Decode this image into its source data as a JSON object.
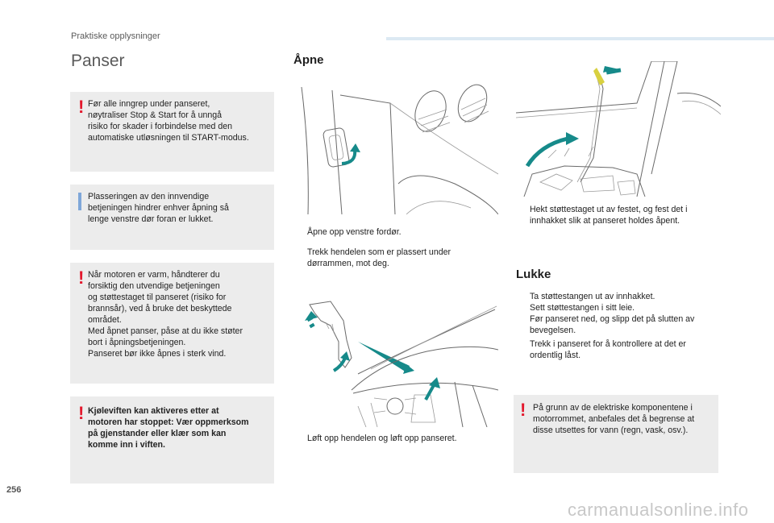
{
  "header": {
    "section": "Praktiske opplysninger",
    "page_number": "256"
  },
  "left": {
    "title": "Panser",
    "warning1": [
      "Før alle inngrep under panseret,",
      "nøytraliser Stop & Start for å unngå",
      "risiko for skader i forbindelse med den",
      "automatiske utløsningen til START-modus."
    ],
    "info1": [
      "Plasseringen av den innvendige",
      "betjeningen hindrer enhver åpning så",
      "lenge venstre dør foran er lukket."
    ],
    "warning2": [
      "Når motoren er varm, håndterer du",
      "forsiktig den utvendige betjeningen",
      "og støttestaget til panseret (risiko for",
      "brannsår), ved å bruke det beskyttede",
      "området.",
      "Med åpnet panser, påse at du ikke støter",
      "bort i åpningsbetjeningen.",
      "Panseret bør ikke åpnes i sterk vind."
    ],
    "warning3": [
      "Kjøleviften kan aktiveres etter at",
      "motoren har stoppet: Vær oppmerksom",
      "på gjenstander eller klær som kan",
      "komme inn i viften."
    ]
  },
  "middle": {
    "heading": "Åpne",
    "step1": "Åpne opp venstre fordør.",
    "step2": [
      "Trekk hendelen som er plassert under",
      "dørrammen, mot deg."
    ],
    "step3": "Løft opp hendelen og løft opp panseret."
  },
  "right": {
    "step4": [
      "Hekt støttestaget ut av festet, og fest det i",
      "innhakket slik at panseret holdes åpent."
    ],
    "heading": "Lukke",
    "close_steps": [
      [
        "Ta støttestangen ut av innhakket."
      ],
      [
        "Sett støttestangen i sitt leie."
      ],
      [
        "Før panseret ned, og slipp det på slutten av",
        "bevegelsen."
      ],
      [
        "Trekk i panseret for å kontrollere at det er",
        "ordentlig låst."
      ]
    ],
    "warning": [
      "På grunn av de elektriske komponentene i",
      "motorrommet, anbefales det å begrense at",
      "disse utsettes for vann (regn, vask, osv.)."
    ]
  },
  "symbols": {
    "bullet": "",
    "warning": "!"
  },
  "colors": {
    "warning_red": "#e3182d",
    "info_blue": "#7fa7d9",
    "box_gray": "#ececec",
    "accent_teal": "#168a8a"
  },
  "watermark": "carmanualsonline.info"
}
